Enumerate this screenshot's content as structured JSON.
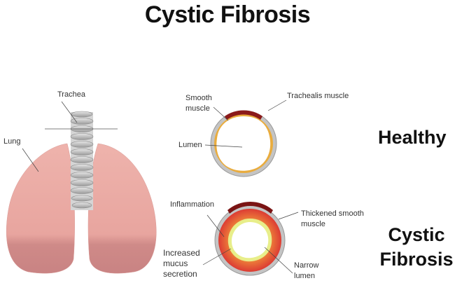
{
  "title": "Cystic Fibrosis",
  "anatomy": {
    "trachea_label": "Trachea",
    "lung_label": "Lung"
  },
  "healthy": {
    "heading": "Healthy",
    "labels": {
      "smooth_muscle_line1": "Smooth",
      "smooth_muscle_line2": "muscle",
      "trachealis_muscle": "Trachealis muscle",
      "lumen": "Lumen"
    }
  },
  "cystic_fibrosis": {
    "heading_line1": "Cystic",
    "heading_line2": "Fibrosis",
    "labels": {
      "inflammation": "Inflammation",
      "thickened_line1": "Thickened smooth",
      "thickened_line2": "muscle",
      "mucus_line1": "Increased",
      "mucus_line2": "mucus",
      "mucus_line3": "secretion",
      "narrow_line1": "Narrow",
      "narrow_line2": "lumen"
    }
  },
  "colors": {
    "lung": "#e8a9a3",
    "lung_dark": "#c9797a",
    "cartilage": "#c8c8c8",
    "trachealis": "#8b1a1a",
    "smooth_muscle": "#e8a83a",
    "inflamed": "#e0553a",
    "mucus": "#e8ee8a"
  }
}
